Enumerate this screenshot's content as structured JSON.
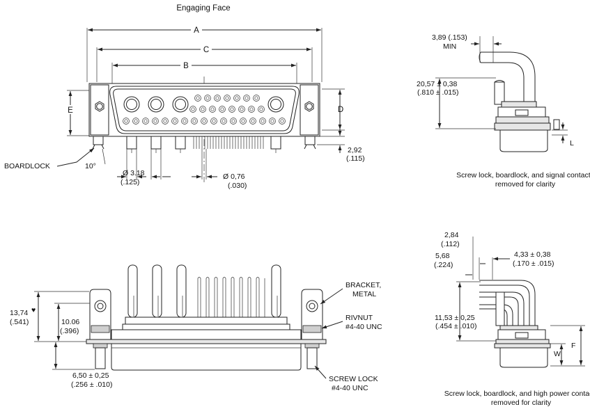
{
  "labels": {
    "engaging_face": "Engaging Face",
    "dim_a": "A",
    "dim_b": "B",
    "dim_c": "C",
    "dim_d": "D",
    "dim_e": "E",
    "boardlock": "BOARDLOCK",
    "angle_10": "10°",
    "dia_318": "Ø 3.18",
    "dia_318_in": "(.125)",
    "dia_076": "Ø 0,76",
    "dia_076_in": "(.030)",
    "dim_292": "2,92",
    "dim_292_in": "(.115)",
    "dim_389": "3,89 (.153)",
    "dim_389_min": "MIN",
    "dim_2057": "20,57 ± 0,38",
    "dim_2057_in": "(.810 ± .015)",
    "dim_l": "L",
    "caption_top": "Screw lock, boardlock, and signal contacts",
    "caption_top_2": "removed for clarity",
    "dim_1374": "13,74",
    "dim_1374_mark": "♥",
    "dim_1374_in": "(.541)",
    "dim_1006": "10.06",
    "dim_1006_in": "(.396)",
    "dim_650": "6,50 ± 0,25",
    "dim_650_in": "(.256 ± .010)",
    "bracket": "BRACKET,",
    "bracket_2": "METAL",
    "rivnut": "RIVNUT",
    "rivnut_2": "#4-40 UNC",
    "screwlock": "SCREW LOCK",
    "screwlock_2": "#4-40 UNC",
    "dim_284": "2,84",
    "dim_284_in": "(.112)",
    "dim_568": "5,68",
    "dim_568_in": "(.224)",
    "dim_433": "4,33 ± 0,38",
    "dim_433_in": "(.170 ± .015)",
    "dim_1153": "11,53 ± 0,25",
    "dim_1153_in": "(.454 ± .010)",
    "dim_f": "F",
    "dim_w": "W",
    "caption_bottom": "Screw lock, boardlock, and high power contact",
    "caption_bottom_2": "removed for clarity"
  }
}
